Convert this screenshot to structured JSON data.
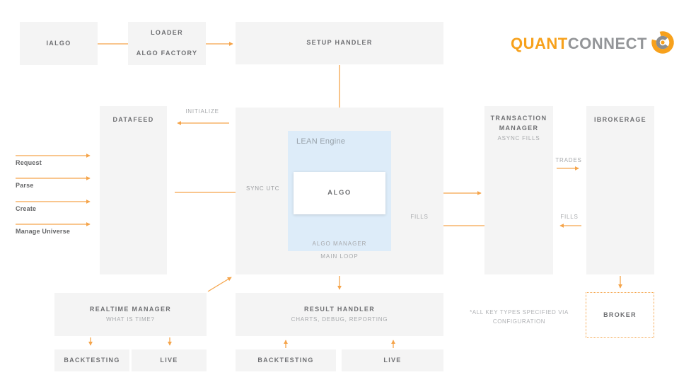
{
  "colors": {
    "accent": "#F5A44A",
    "logo_orange": "#F7A11C",
    "logo_gray": "#939598",
    "box_bg": "#F4F4F4",
    "lean_bg": "#DDECF9",
    "title_text": "#6F7073",
    "sub_text": "#A7A9AC"
  },
  "logo": {
    "part1": "QUANT",
    "part2": "CONNECT",
    "icon": "quantconnect-swirl"
  },
  "nodes": {
    "ialgo": {
      "title": "IALGO"
    },
    "loader": {
      "title": "LOADER",
      "subtitle": "ALGO FACTORY"
    },
    "setup_handler": {
      "title": "SETUP HANDLER"
    },
    "datafeed": {
      "title": "DATAFEED"
    },
    "lean_engine": {
      "title": "LEAN Engine",
      "footer": "ALGO MANAGER"
    },
    "algo": {
      "title": "ALGO"
    },
    "main_loop": {
      "label": "MAIN LOOP"
    },
    "transaction_manager": {
      "title": "TRANSACTION MANAGER",
      "subtitle": "ASYNC FILLS"
    },
    "ibrokerage": {
      "title": "IBROKERAGE"
    },
    "realtime_manager": {
      "title": "REALTIME MANAGER",
      "subtitle": "WHAT IS TIME?"
    },
    "result_handler": {
      "title": "RESULT HANDLER",
      "subtitle": "CHARTS, DEBUG, REPORTING"
    },
    "backtesting_left": {
      "title": "BACKTESTING"
    },
    "live_left": {
      "title": "LIVE"
    },
    "backtesting_center": {
      "title": "BACKTESTING"
    },
    "live_center": {
      "title": "LIVE"
    },
    "broker": {
      "title": "BROKER"
    }
  },
  "flow_labels": {
    "initialize": "INITIALIZE",
    "sync_utc": "SYNC UTC",
    "fills_inner": "FILLS",
    "trades": "TRADES",
    "fills_outer": "FILLS"
  },
  "datafeed_inputs": [
    "Request",
    "Parse",
    "Create",
    "Manage Universe"
  ],
  "note_lines": [
    "*ALL KEY TYPES SPECIFIED VIA",
    "CONFIGURATION"
  ]
}
